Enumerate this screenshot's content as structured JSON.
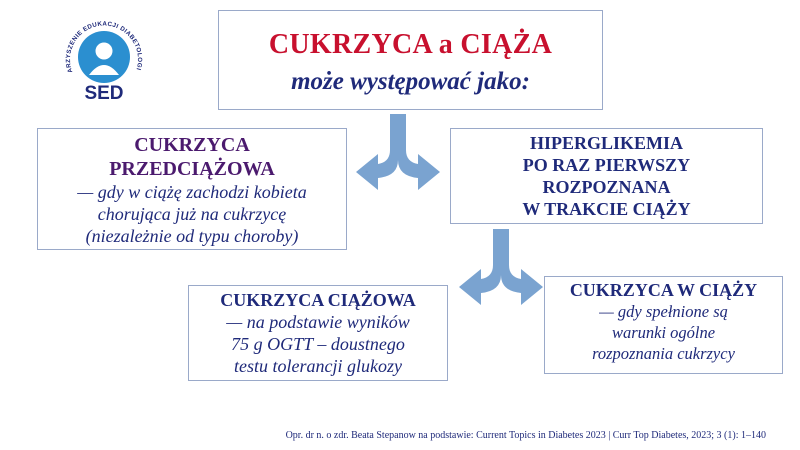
{
  "logo": {
    "acronym": "SED",
    "ring_text": "STOWARZYSZENIE EDUKACJI DIABETOLOGICZNEJ"
  },
  "title": {
    "line1": "CUKRZYCA a CIĄŻA",
    "line2": "może występować jako:"
  },
  "left_box": {
    "heading_lines": [
      "CUKRZYCA",
      "PRZEDCIĄŻOWA"
    ],
    "desc_lines": [
      "— gdy w ciążę zachodzi kobieta",
      "chorująca już na cukrzycę",
      "(niezależnie od typu choroby)"
    ]
  },
  "right_box": {
    "heading_lines": [
      "HIPERGLIKEMIA",
      "PO RAZ PIERWSZY",
      "ROZPOZNANA",
      "W TRAKCIE CIĄŻY"
    ]
  },
  "bottom_left_box": {
    "heading": "CUKRZYCA CIĄŻOWA",
    "desc_lines": [
      "— na podstawie wyników",
      "75 g OGTT – doustnego",
      "testu tolerancji glukozy"
    ]
  },
  "bottom_right_box": {
    "heading": "CUKRZYCA W CIĄŻY",
    "desc_lines": [
      "— gdy spełnione są",
      "warunki ogólne",
      "rozpoznania cukrzycy"
    ]
  },
  "footer": "Opr. dr n. o zdr. Beata Stepanow na podstawie: Current Topics in Diabetes 2023 | Curr Top Diabetes, 2023; 3 (1): 1–140",
  "colors": {
    "title_red": "#c8102e",
    "navy": "#1f2a7a",
    "purple": "#4b1a6e",
    "arrow_blue": "#7aa3d0",
    "logo_blue": "#2b8fd0"
  }
}
